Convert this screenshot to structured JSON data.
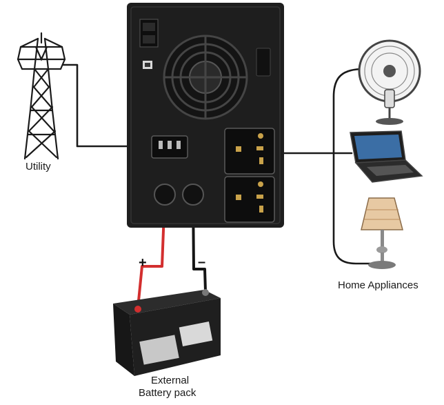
{
  "labels": {
    "utility": "Utility",
    "home_appliances": "Home Appliances",
    "battery_line1": "External",
    "battery_line2": "Battery pack",
    "plus": "+",
    "minus": "–"
  },
  "colors": {
    "ups_body": "#1e1e1e",
    "wire": "#1a1a1a",
    "positive_wire": "#d32f2f",
    "battery": "#1f1f1f"
  },
  "icons": [
    "transmission-tower-icon",
    "ups-unit",
    "fan-icon",
    "laptop-icon",
    "lamp-icon",
    "battery-icon"
  ]
}
